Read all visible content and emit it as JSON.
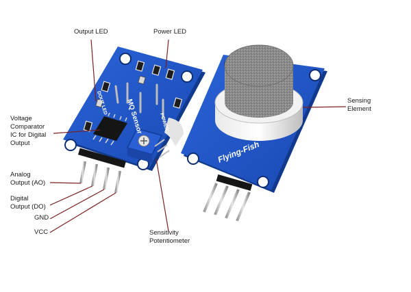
{
  "labels": {
    "output_led": "Output LED",
    "power_led": "Power LED",
    "voltage_comparator": "Voltage\nComparator\nIC for Digital\nOutput",
    "sensing_element": "Sensing\nElement",
    "analog_output": "Analog\nOutput (AO)",
    "digital_output": "Digital\nOutput (DO)",
    "gnd": "GND",
    "vcc": "VCC",
    "sensitivity_potentiometer": "Sensitivity\nPotentiometer"
  },
  "board_text": {
    "mq_sensor": "MQ Sensor",
    "dout_led": "DOUT LED",
    "power": "POWER",
    "brand": "Flying-Fish"
  },
  "colors": {
    "pcb_blue": "#1f56c8",
    "pcb_dark": "#163f99",
    "leader_line": "#7a1f1f",
    "pin_gold": "#c8c8c8",
    "pot_blue": "#2a5fd6"
  }
}
